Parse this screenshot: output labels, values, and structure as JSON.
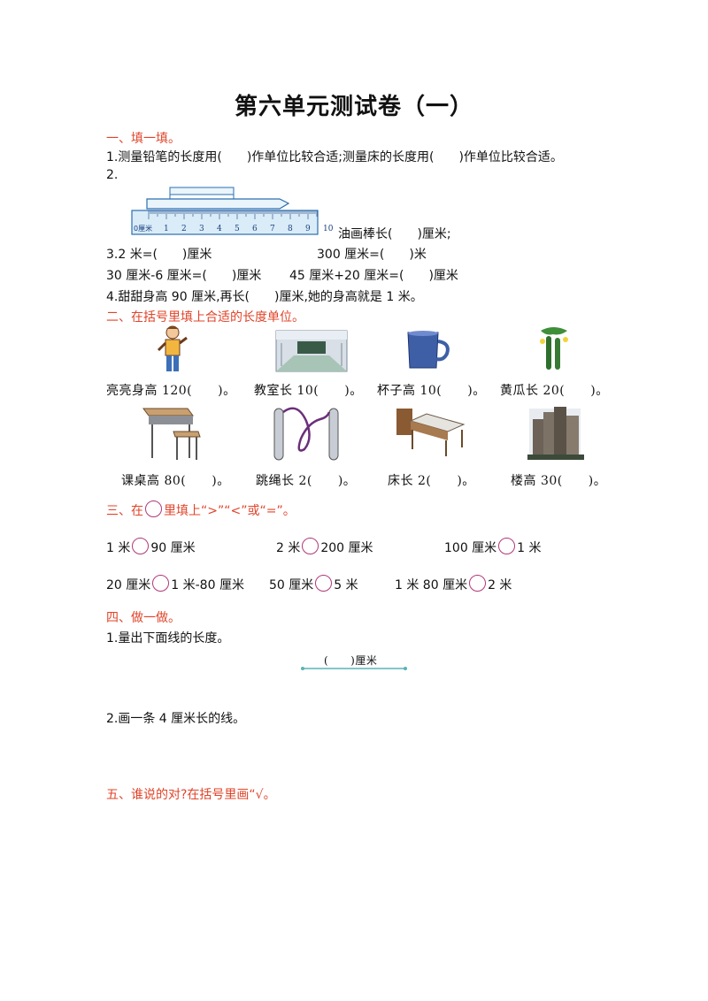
{
  "title": "第六单元测试卷（一）",
  "s1": {
    "heading": "一、填一填。",
    "q1": "1.测量铅笔的长度用(　　)作单位比较合适;测量床的长度用(　　)作单位比较合适。",
    "q2": "2.",
    "ruler_zero": "0厘米",
    "ruler_ticks": [
      "1",
      "2",
      "3",
      "4",
      "5",
      "6",
      "7",
      "8",
      "9",
      "10"
    ],
    "q2_text": "油画棒长(　　)厘米;",
    "q3a": "3.2 米=(　　)厘米",
    "q3b": "300 厘米=(　　)米",
    "q3c": "30 厘米-6 厘米=(　　)厘米",
    "q3d": "45 厘米+20 厘米=(　　)厘米",
    "q4": "4.甜甜身高 90 厘米,再长(　　)厘米,她的身高就是 1 米。"
  },
  "s2": {
    "heading": "二、在括号里填上合适的长度单位。",
    "row1": [
      "亮亮身高 120(　　)。",
      "教室长 10(　　)。",
      "杯子高 10(　　)。",
      "黄瓜长 20(　　)。"
    ],
    "row2": [
      "课桌高 80(　　)。",
      "跳绳长 2(　　)。",
      "床长 2(　　)。",
      "楼高 30(　　)。"
    ]
  },
  "s3": {
    "heading_a": "三、在",
    "heading_b": "里填上“>”“<”或“=”。",
    "items": [
      {
        "l": "1 米",
        "r": "90 厘米"
      },
      {
        "l": "2 米",
        "r": "200 厘米"
      },
      {
        "l": "100 厘米",
        "r": "1 米"
      },
      {
        "l": "20 厘米",
        "r": "1 米-80 厘米"
      },
      {
        "l": "50 厘米",
        "r": "5 米"
      },
      {
        "l": "1 米 80 厘米",
        "r": "2 米"
      }
    ]
  },
  "s4": {
    "heading": "四、做一做。",
    "q1": "1.量出下面线的长度。",
    "line_label": "(　　)厘米",
    "q2": "2.画一条 4 厘米长的线。"
  },
  "s5": {
    "heading": "五、谁说的对?在括号里画“√。"
  },
  "colors": {
    "heading": "#e0442a",
    "circle": "#b0387a",
    "line": "#5bb3b5"
  }
}
